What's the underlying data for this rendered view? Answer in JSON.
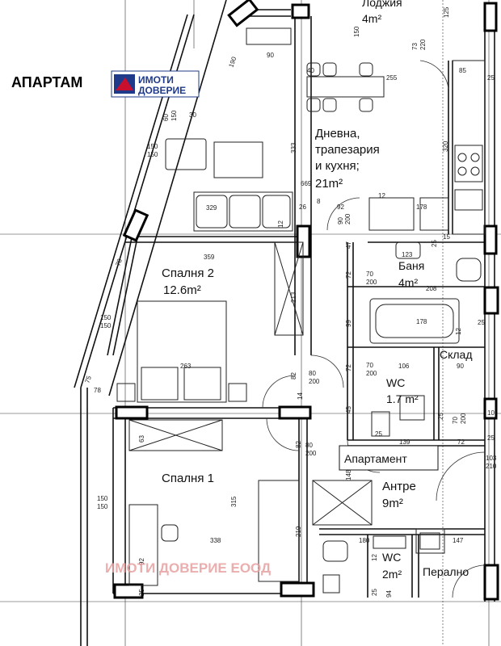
{
  "heading": {
    "text": "АПАРТАМ"
  },
  "logo": {
    "line1": "ИМОТИ",
    "line2": "ДОВЕРИЕ",
    "color": "#1f3a8a",
    "accent": "#c8102e"
  },
  "watermark": {
    "text": "ИМОТИ ДОВЕРИЕ ЕООД",
    "color": "#e8a0a0"
  },
  "rooms": [
    {
      "id": "loggia",
      "name": "Лоджия",
      "area": "4m²"
    },
    {
      "id": "living",
      "name1": "Дневна,",
      "name2": "трапезария",
      "name3": "и кухня;",
      "area": "21m²"
    },
    {
      "id": "bedroom2",
      "name": "Спалня 2",
      "area": "12.6m²"
    },
    {
      "id": "bath",
      "name": "Баня",
      "area": "4m²"
    },
    {
      "id": "storage",
      "name": "Склад"
    },
    {
      "id": "wc1",
      "name": "WC",
      "area": "1.7 m²"
    },
    {
      "id": "apartment",
      "name": "Апартамент"
    },
    {
      "id": "bedroom1",
      "name": "Спалня 1"
    },
    {
      "id": "hall",
      "name": "Антре",
      "area": "9m²"
    },
    {
      "id": "wc2",
      "name": "WC",
      "area": "2m²"
    },
    {
      "id": "laundry",
      "name": "Перално"
    }
  ],
  "dimensions": {
    "d90": "90",
    "d150a": "150",
    "d73": "73",
    "d220": "220",
    "d125": "125",
    "d40": "40",
    "d255": "255",
    "d85": "85",
    "d25a": "25",
    "d190": "190",
    "d60": "60",
    "d150b": "150",
    "d30": "30",
    "d150c": "150",
    "d150d": "150",
    "d333": "333",
    "d320": "320",
    "d669": "669",
    "d8": "8",
    "d329": "329",
    "d26": "26",
    "d92": "92",
    "d12a": "12",
    "d178a": "178",
    "d90b": "90",
    "d200a": "200",
    "d12b": "12",
    "d47": "47",
    "d359": "359",
    "d123": "123",
    "d25b": "25",
    "d15": "15",
    "d72a": "72",
    "d70a": "70",
    "d200b": "200",
    "d208": "208",
    "d150e": "150",
    "d150f": "150",
    "d99": "99",
    "d178b": "178",
    "d12c": "12",
    "d213": "213",
    "d263": "263",
    "d106": "106",
    "d90c": "90",
    "d25c": "25",
    "d72b": "72",
    "d70b": "70",
    "d200c": "200",
    "d80a": "80",
    "d200d": "200",
    "d82a": "82",
    "d75": "75",
    "d78a": "78",
    "d78b": "78",
    "d14": "14",
    "d45": "45",
    "d10": "10",
    "d25d": "25",
    "d70c": "70",
    "d200e": "200",
    "d25e": "25",
    "d139": "139",
    "d72c": "72",
    "d25f": "25",
    "d63": "63",
    "d82b": "82",
    "d80b": "80",
    "d200f": "200",
    "d103": "103",
    "d210": "210",
    "d148": "148",
    "d315": "315",
    "d150g": "150",
    "d150h": "150",
    "d338": "338",
    "d219": "219",
    "d180": "180",
    "d147": "147",
    "d12d": "12",
    "d92b": "92",
    "d25g": "25",
    "d25h": "25",
    "d94": "94"
  }
}
